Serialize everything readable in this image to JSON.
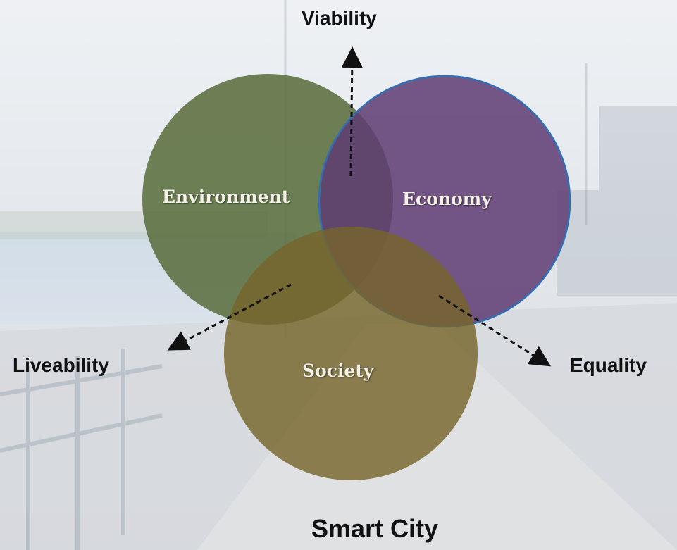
{
  "diagram": {
    "circles": [
      {
        "id": "environment",
        "label": "Environment",
        "color": "#5b6e3f"
      },
      {
        "id": "economy",
        "label": "Economy",
        "color": "#5e3b72"
      },
      {
        "id": "society",
        "label": "Society",
        "color": "#76652b"
      }
    ],
    "outcomes": {
      "viability": "Viability",
      "liveability": "Liveability",
      "equality": "Equality"
    },
    "title": "Smart City"
  },
  "colors": {
    "economy_border": "#2f6fb8",
    "arrow": "#111111"
  }
}
